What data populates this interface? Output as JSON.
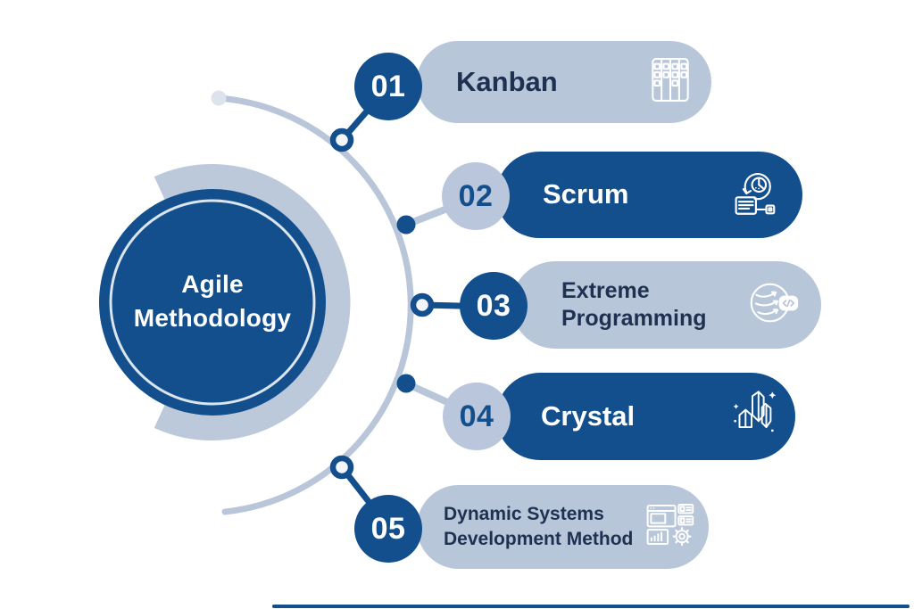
{
  "center": {
    "title_line1": "Agile",
    "title_line2": "Methodology"
  },
  "items": [
    {
      "number": "01",
      "lines": [
        "Kanban"
      ],
      "style": "light",
      "icon": "kanban-board-icon"
    },
    {
      "number": "02",
      "lines": [
        "Scrum"
      ],
      "style": "dark",
      "icon": "scrum-cycle-icon"
    },
    {
      "number": "03",
      "lines": [
        "Extreme",
        "Programming"
      ],
      "style": "light",
      "icon": "extreme-programming-icon"
    },
    {
      "number": "04",
      "lines": [
        "Crystal"
      ],
      "style": "dark",
      "icon": "crystal-icon"
    },
    {
      "number": "05",
      "lines": [
        "Dynamic Systems",
        "Development Method"
      ],
      "style": "light",
      "icon": "dsdm-dashboard-icon"
    }
  ],
  "colors": {
    "dark_blue": "#134F8C",
    "light_blue_pill": "#B8C6DA",
    "navy_text": "#1E3150",
    "arc": "#BCC9DB",
    "thin_arc": "#B9C6D9",
    "start_dot": "#DCE3ED",
    "white": "#FFFFFF"
  }
}
